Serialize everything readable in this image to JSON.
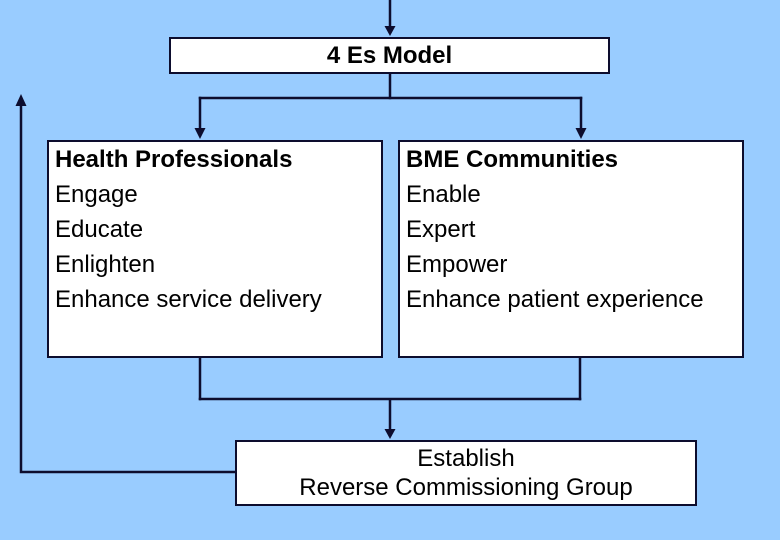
{
  "colors": {
    "background": "#99CCFF",
    "line": "#0D0D2E",
    "box_fill": "#FFFFFF",
    "text": "#000000"
  },
  "title_box": {
    "label": "4 Es Model"
  },
  "left_box": {
    "heading": "Health Professionals",
    "items": [
      "Engage",
      "Educate",
      "Enlighten",
      "Enhance service delivery"
    ]
  },
  "right_box": {
    "heading": "BME Communities",
    "items": [
      "Enable",
      "Expert",
      "Empower",
      "Enhance patient experience"
    ]
  },
  "bottom_box": {
    "line1": "Establish",
    "line2": "Reverse Commissioning Group"
  }
}
